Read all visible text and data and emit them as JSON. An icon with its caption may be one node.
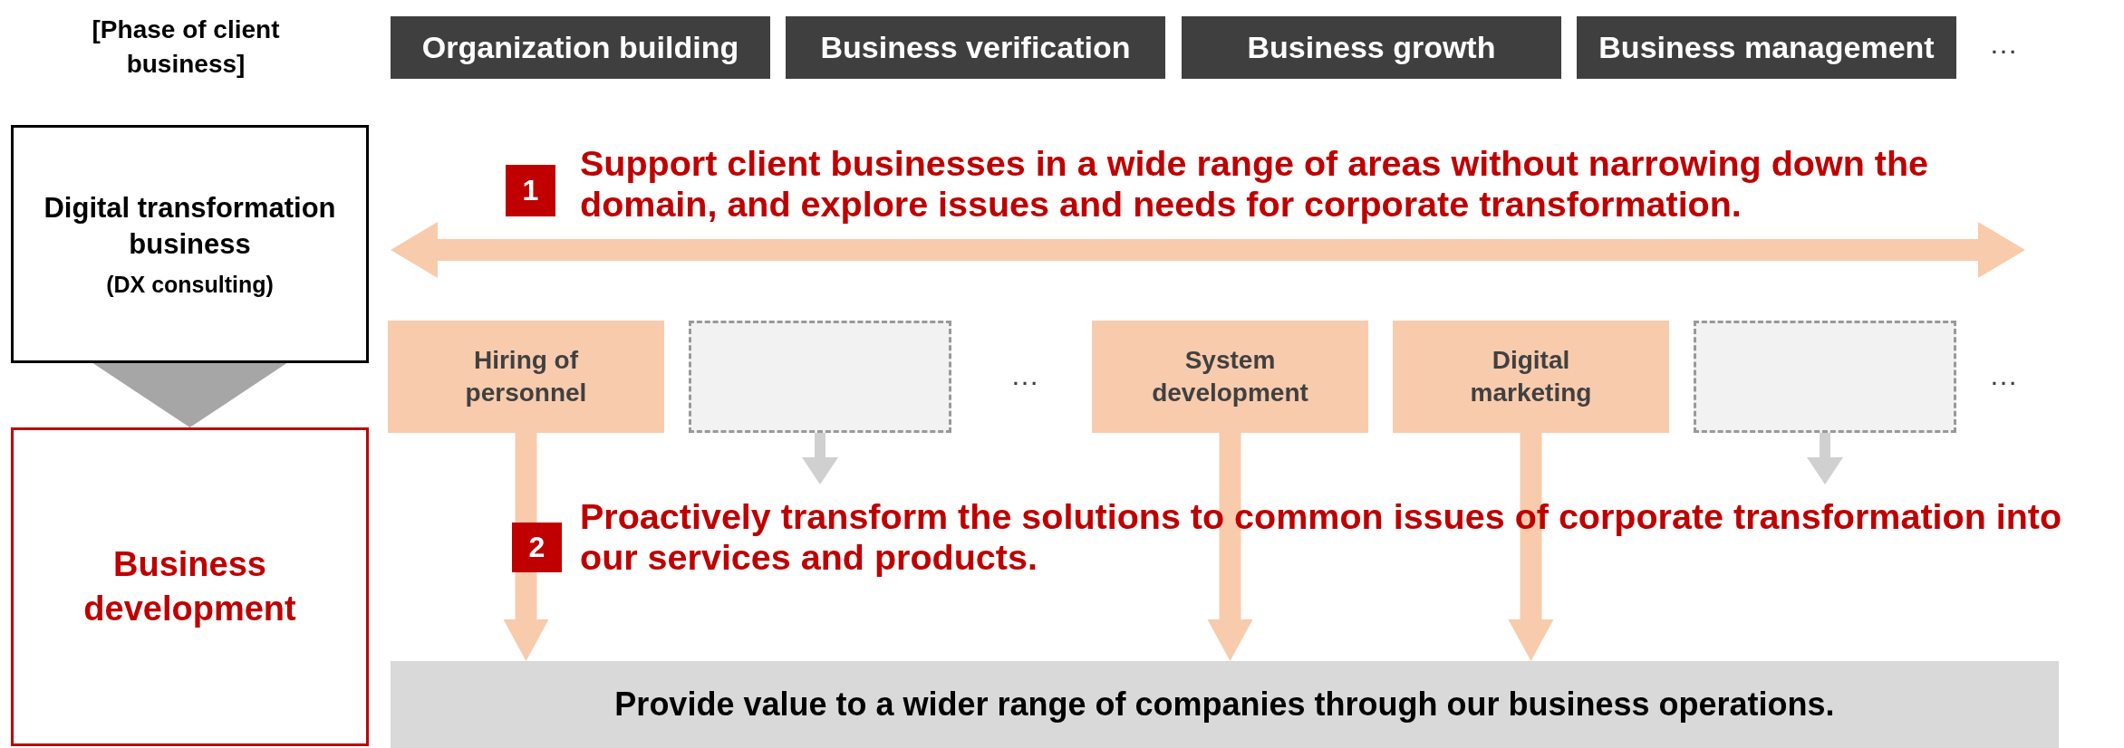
{
  "diagram": {
    "nodes": [
      {
        "text": [
          "Organization building"
        ]
      },
      {
        "text": [
          "Business verification"
        ]
      },
      {
        "text": [
          "Business growth"
        ]
      },
      {
        "text": [
          "Business management"
        ]
      },
      {
        "text": [
          "Digital transformation business",
          "(DX consulting)"
        ]
      },
      {
        "text": [
          "1"
        ],
        "beside": [
          "Support client businesses in a wide range of areas without narrowing down the domain, and explore issues and needs for corporate transformation."
        ]
      },
      {
        "text": [
          "Hiring of personnel"
        ]
      },
      {
        "text": [],
        "shape": "box"
      },
      {
        "text": [
          "System development"
        ]
      },
      {
        "text": [
          "Digital marketing"
        ]
      },
      {
        "text": [],
        "shape": "box"
      },
      {
        "text": [
          "Business development"
        ]
      },
      {
        "text": [
          "2"
        ],
        "beside": [
          "Proactively transform the solutions to common issues of corporate transformation into our services and products."
        ]
      },
      {
        "text": [
          "Provide value to a wider range of companies through our business operations."
        ]
      }
    ],
    "edges": [
      {
        "from": 4,
        "to": 11,
        "arrow": "to",
        "color": "#a6a6a6"
      },
      {
        "from": 6,
        "to": 13,
        "arrow": "to",
        "style": "thick"
      },
      {
        "from": 7,
        "to": null,
        "arrow": "to",
        "color": "#d0d0d0"
      },
      {
        "from": 8,
        "to": 13,
        "arrow": "to",
        "style": "thick"
      },
      {
        "from": 9,
        "to": 13,
        "arrow": "to",
        "style": "thick"
      },
      {
        "from": 10,
        "to": null,
        "arrow": "to",
        "color": "#d0d0d0"
      }
    ],
    "labels": [
      "[Phase of client business]",
      "…",
      "…",
      "…"
    ]
  }
}
